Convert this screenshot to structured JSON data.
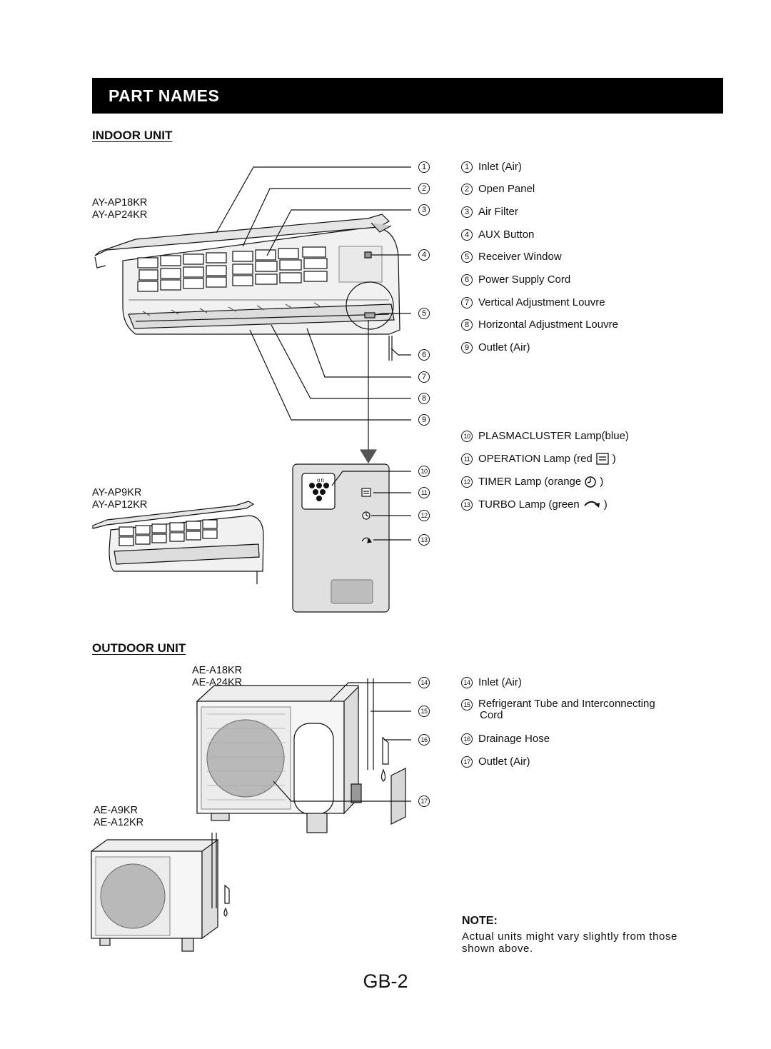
{
  "header": {
    "title": "PART NAMES"
  },
  "indoor": {
    "heading": "INDOOR UNIT",
    "models_large": [
      "AY-AP18KR",
      "AY-AP24KR"
    ],
    "models_small": [
      "AY-AP9KR",
      "AY-AP12KR"
    ],
    "panel_text": "on",
    "parts": [
      {
        "no": "1",
        "label": "Inlet (Air)"
      },
      {
        "no": "2",
        "label": "Open Panel"
      },
      {
        "no": "3",
        "label": "Air Filter"
      },
      {
        "no": "4",
        "label": "AUX Button"
      },
      {
        "no": "5",
        "label": "Receiver Window"
      },
      {
        "no": "6",
        "label": "Power Supply Cord"
      },
      {
        "no": "7",
        "label": "Vertical Adjustment Louvre"
      },
      {
        "no": "8",
        "label": "Horizontal Adjustment Louvre"
      },
      {
        "no": "9",
        "label": "Outlet (Air)"
      },
      {
        "no": "10",
        "label": "PLASMACLUSTER Lamp(blue)"
      },
      {
        "no": "11",
        "label": "OPERATION Lamp (red",
        "suffix": ")",
        "icon": "operation-lamp-icon"
      },
      {
        "no": "12",
        "label": "TIMER Lamp (orange",
        "suffix": ")",
        "icon": "timer-lamp-icon"
      },
      {
        "no": "13",
        "label": "TURBO Lamp (green",
        "suffix": ")",
        "icon": "turbo-lamp-icon"
      }
    ]
  },
  "outdoor": {
    "heading": "OUTDOOR UNIT",
    "models_large": [
      "AE-A18KR",
      "AE-A24KR"
    ],
    "models_small": [
      "AE-A9KR",
      "AE-A12KR"
    ],
    "parts": [
      {
        "no": "14",
        "label": "Inlet (Air)"
      },
      {
        "no": "15",
        "label": "Refrigerant Tube and Interconnecting",
        "label2": "Cord"
      },
      {
        "no": "16",
        "label": "Drainage Hose"
      },
      {
        "no": "17",
        "label": "Outlet (Air)"
      }
    ]
  },
  "note": {
    "heading": "NOTE:",
    "text": "Actual units might vary slightly from those shown above."
  },
  "footer": {
    "page": "GB-2"
  }
}
